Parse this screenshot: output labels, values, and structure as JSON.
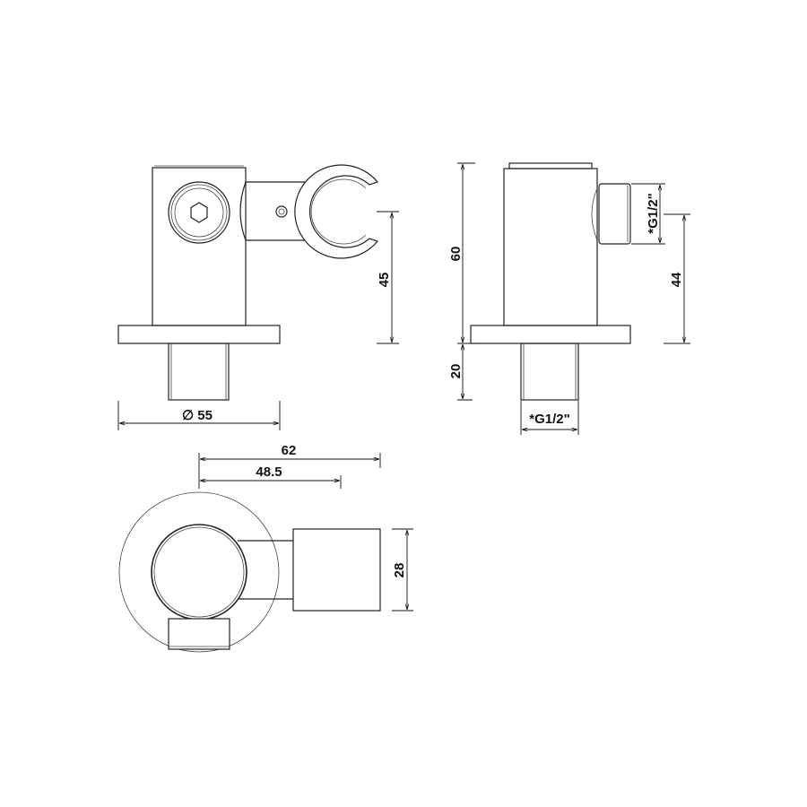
{
  "front_view": {
    "height_dim": "45",
    "diameter_dim": "∅ 55"
  },
  "side_view": {
    "height_dim": "60",
    "thread_length_dim": "20",
    "outlet_thread_dim": "*G1/2\"",
    "outlet_height_dim": "44",
    "inlet_thread_dim": "*G1/2\""
  },
  "top_view": {
    "overall_length_dim": "62",
    "center_length_dim": "48.5",
    "holder_width_dim": "28"
  }
}
